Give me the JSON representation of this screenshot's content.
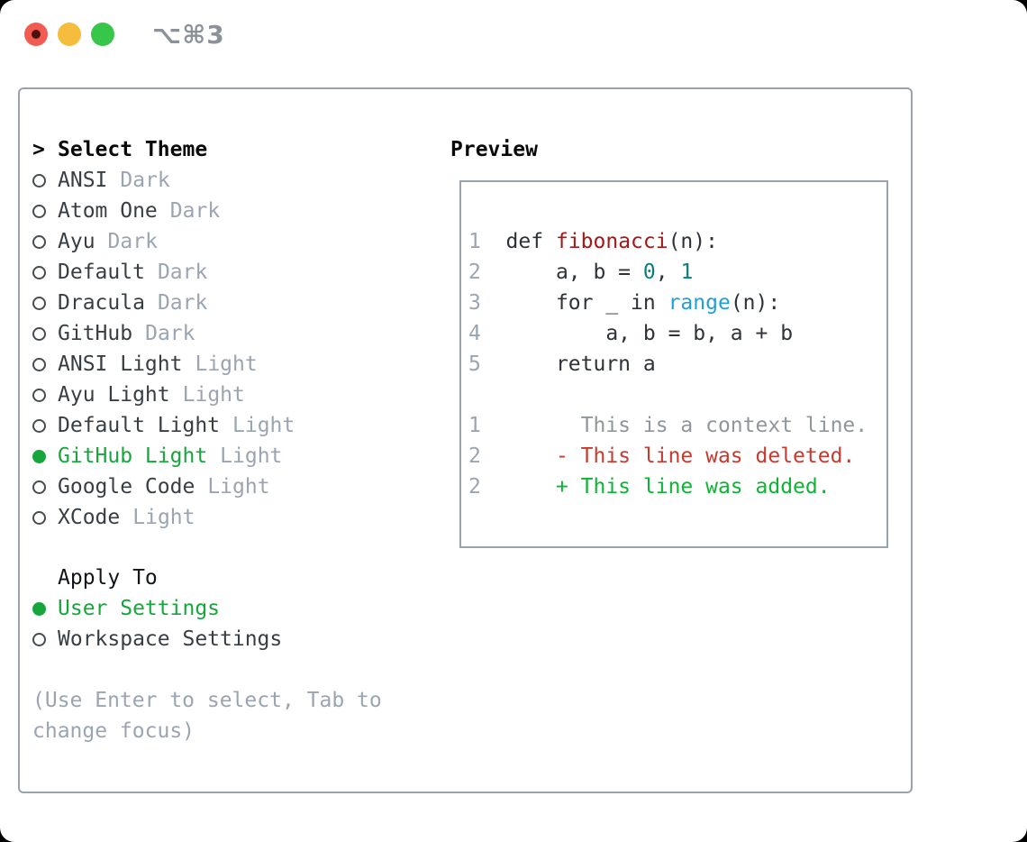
{
  "titlebar": {
    "title": "⌥⌘3"
  },
  "theme_list": {
    "header_marker": ">",
    "header": "Select Theme",
    "items": [
      {
        "name": "ANSI",
        "kind": "Dark",
        "selected": false
      },
      {
        "name": "Atom One",
        "kind": "Dark",
        "selected": false
      },
      {
        "name": "Ayu",
        "kind": "Dark",
        "selected": false
      },
      {
        "name": "Default",
        "kind": "Dark",
        "selected": false
      },
      {
        "name": "Dracula",
        "kind": "Dark",
        "selected": false
      },
      {
        "name": "GitHub",
        "kind": "Dark",
        "selected": false
      },
      {
        "name": "ANSI Light",
        "kind": "Light",
        "selected": false
      },
      {
        "name": "Ayu Light",
        "kind": "Light",
        "selected": false
      },
      {
        "name": "Default Light",
        "kind": "Light",
        "selected": false
      },
      {
        "name": "GitHub Light",
        "kind": "Light",
        "selected": true
      },
      {
        "name": "Google Code",
        "kind": "Light",
        "selected": false
      },
      {
        "name": "XCode",
        "kind": "Light",
        "selected": false
      }
    ]
  },
  "apply_to": {
    "header": "Apply To",
    "options": [
      {
        "name": "User Settings",
        "selected": true
      },
      {
        "name": "Workspace Settings",
        "selected": false
      }
    ]
  },
  "help": {
    "lines": [
      "(Use Enter to select, Tab to",
      "change focus)"
    ]
  },
  "preview": {
    "header": "Preview",
    "code_lines": [
      {
        "num": "1",
        "tokens": [
          {
            "t": "  def ",
            "c": "code"
          },
          {
            "t": "fibonacci",
            "c": "func"
          },
          {
            "t": "(n):",
            "c": "code"
          }
        ]
      },
      {
        "num": "2",
        "tokens": [
          {
            "t": "      a, b = ",
            "c": "code"
          },
          {
            "t": "0",
            "c": "num"
          },
          {
            "t": ", ",
            "c": "code"
          },
          {
            "t": "1",
            "c": "num"
          }
        ]
      },
      {
        "num": "3",
        "tokens": [
          {
            "t": "      for _ in ",
            "c": "code"
          },
          {
            "t": "range",
            "c": "builtin"
          },
          {
            "t": "(n):",
            "c": "code"
          }
        ]
      },
      {
        "num": "4",
        "tokens": [
          {
            "t": "          a, b = b, a + b",
            "c": "code"
          }
        ]
      },
      {
        "num": "5",
        "tokens": [
          {
            "t": "      return a",
            "c": "code"
          }
        ]
      }
    ],
    "diff_lines": [
      {
        "num": "1",
        "tokens": [
          {
            "t": "        This is a context line.",
            "c": "context"
          }
        ]
      },
      {
        "num": "2",
        "tokens": [
          {
            "t": "      - This line was deleted.",
            "c": "deleted"
          }
        ]
      },
      {
        "num": "2",
        "tokens": [
          {
            "t": "      + This line was added.",
            "c": "added"
          }
        ]
      }
    ]
  },
  "colors": {
    "selection_green": "#17a63c",
    "added_green": "#0db535",
    "deleted_red": "#c8392e",
    "function_red": "#a61717",
    "number_teal": "#0c7d81",
    "builtin_blue": "#209fd8",
    "dim_gray": "#9aa5b1",
    "border_gray": "#99a3ad",
    "traffic_red": "#f15b51",
    "traffic_yellow": "#f6bc3e",
    "traffic_green": "#36c64a"
  }
}
